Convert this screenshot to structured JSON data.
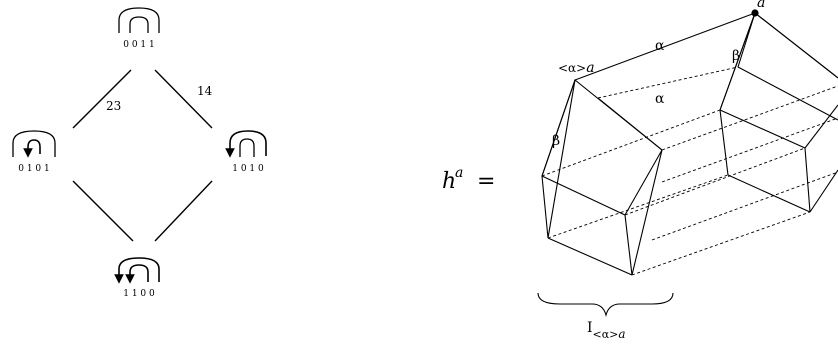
{
  "lattice": {
    "top": {
      "digits": "0 0 1 1"
    },
    "left": {
      "digits": "0 1 0 1"
    },
    "right": {
      "digits": "1 0 1 0"
    },
    "bottom": {
      "digits": "1 1 0 0"
    },
    "edge_labels": {
      "top_left": "23",
      "top_right": "14"
    }
  },
  "equation": {
    "h": "h",
    "sup": "a",
    "equals": "="
  },
  "cube": {
    "vertex_label": "a",
    "alpha_top": "α",
    "alpha_mid": "α",
    "beta_left": "β",
    "beta_right": "β",
    "alpha_a_label": {
      "prefix": "<α>",
      "var": "a"
    },
    "brace_label": {
      "main": "I",
      "sub_prefix": "<α>",
      "sub_var": "a"
    }
  }
}
